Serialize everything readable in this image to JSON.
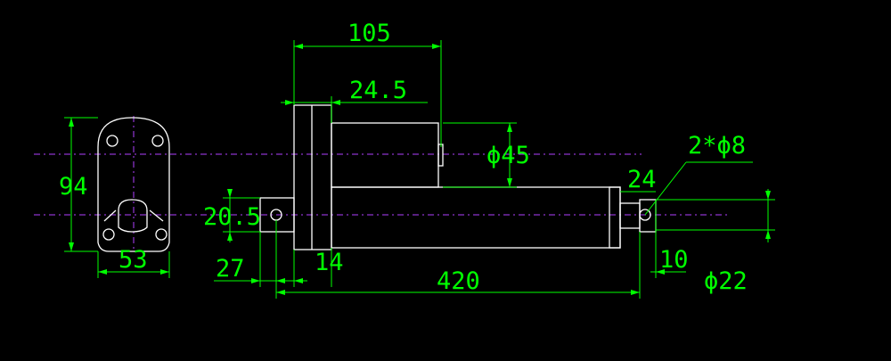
{
  "dimensions": {
    "length_105": "105",
    "length_24_5": "24.5",
    "motor_diameter": "ϕ45",
    "holes": "2*ϕ8",
    "height_94": "94",
    "offset_20_5": "20.5",
    "width_53": "53",
    "length_27": "27",
    "length_14": "14",
    "length_420": "420",
    "length_24": "24",
    "length_10": "10",
    "rod_diameter": "ϕ22"
  },
  "colors": {
    "background": "#000000",
    "outline": "#ffffff",
    "dimension": "#00ff00",
    "centerline": "#b040ff"
  }
}
